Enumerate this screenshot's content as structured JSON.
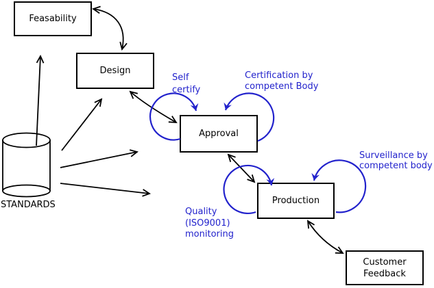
{
  "diagram": {
    "background": "#ffffff",
    "colors": {
      "line": "#000000",
      "annotation_blue": "#2222cc",
      "box_fill": "#ffffff"
    },
    "nodes": [
      {
        "id": "feasability",
        "label": "Feasability",
        "shape": "box"
      },
      {
        "id": "design",
        "label": "Design",
        "shape": "box"
      },
      {
        "id": "approval",
        "label": "Approval",
        "shape": "box"
      },
      {
        "id": "production",
        "label": "Production",
        "shape": "box"
      },
      {
        "id": "customer-feedback",
        "label": "Customer\nFeedback",
        "shape": "box"
      },
      {
        "id": "standards",
        "label": "STANDARDS",
        "shape": "cylinder"
      }
    ],
    "annotations": [
      {
        "id": "self-certify",
        "label": "Self\ncertify",
        "target": "approval"
      },
      {
        "id": "certification",
        "label": "Certification by\ncompetent Body",
        "target": "approval"
      },
      {
        "id": "surveillance",
        "label": "Surveillance by\ncompetent body",
        "target": "production"
      },
      {
        "id": "quality-monitoring",
        "label": "Quality\n(ISO9001)\nmonitoring",
        "target": "production"
      }
    ],
    "edges": [
      {
        "from": "feasability",
        "to": "design",
        "style": "double-arrow"
      },
      {
        "from": "design",
        "to": "approval",
        "style": "double-arrow"
      },
      {
        "from": "approval",
        "to": "production",
        "style": "double-arrow"
      },
      {
        "from": "production",
        "to": "customer-feedback",
        "style": "double-arrow"
      },
      {
        "from": "standards",
        "to": "feasability",
        "style": "arrow"
      },
      {
        "from": "standards",
        "to": "design",
        "style": "arrow"
      },
      {
        "from": "standards",
        "to": "approval",
        "style": "arrow"
      },
      {
        "from": "standards",
        "to": "production",
        "style": "arrow"
      },
      {
        "from": "approval",
        "to": "approval",
        "style": "loop-left",
        "label_id": "self-certify"
      },
      {
        "from": "approval",
        "to": "approval",
        "style": "loop-right",
        "label_id": "certification"
      },
      {
        "from": "production",
        "to": "production",
        "style": "loop-left",
        "label_id": "quality-monitoring"
      },
      {
        "from": "production",
        "to": "production",
        "style": "loop-right",
        "label_id": "surveillance"
      }
    ]
  }
}
